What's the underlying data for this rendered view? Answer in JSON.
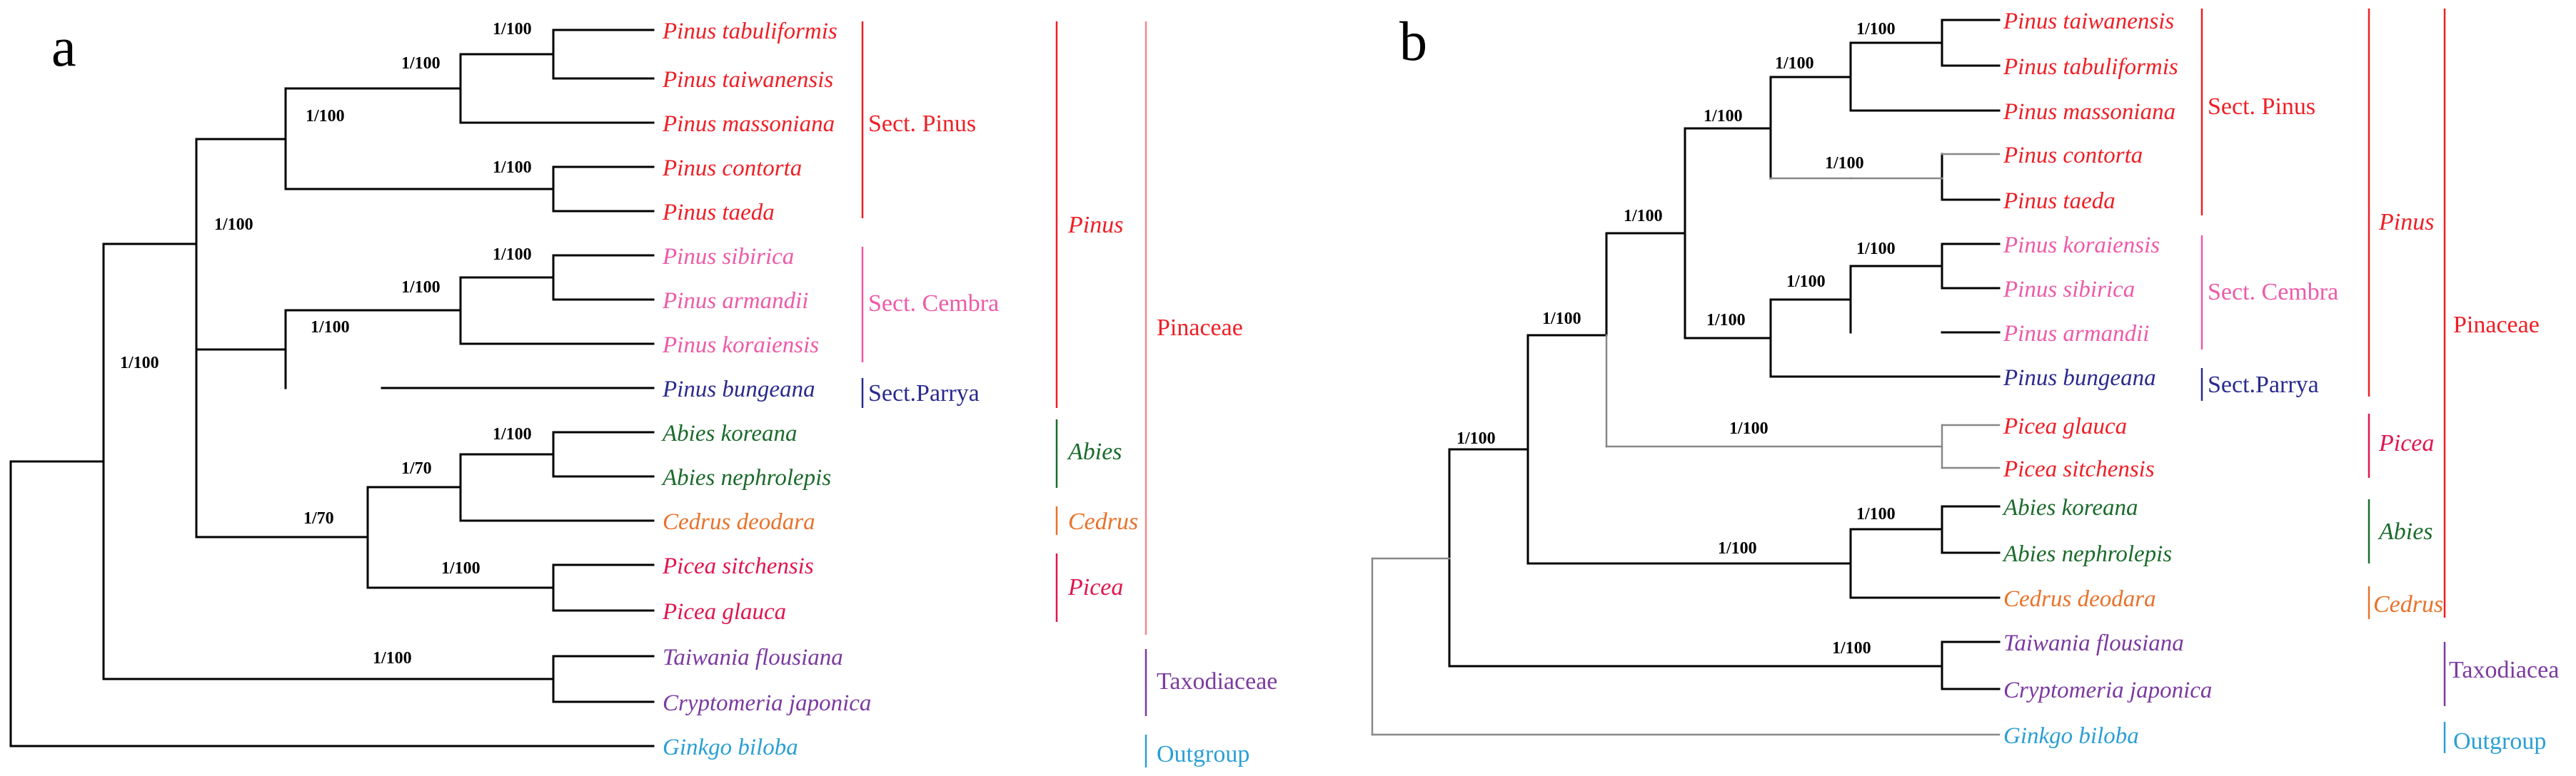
{
  "colors": {
    "red": "#ee1f26",
    "pink": "#ee5aa8",
    "navy": "#2a2a8e",
    "green": "#1b6b2c",
    "orange": "#e8722a",
    "crimson": "#e0154f",
    "purple": "#7b3aa0",
    "blue": "#2a9fd4",
    "rose": "#f08a8e"
  },
  "panel_a": {
    "letter": "a",
    "taxa": [
      "Pinus tabuliformis",
      "Pinus taiwanensis",
      "Pinus massoniana",
      "Pinus contorta",
      "Pinus taeda",
      "Pinus sibirica",
      "Pinus armandii",
      "Pinus koraiensis",
      "Pinus bungeana",
      "Abies koreana",
      "Abies nephrolepis",
      "Cedrus deodara",
      "Picea sitchensis",
      "Picea glauca",
      "Taiwania flousiana",
      "Cryptomeria japonica",
      "Ginkgo biloba"
    ],
    "support": [
      "1/100",
      "1/100",
      "1/100",
      "1/100",
      "1/100",
      "1/100",
      "1/100",
      "1/100",
      "1/100",
      "1/100",
      "1/70",
      "1/70",
      "1/100",
      "1/100"
    ],
    "groups": {
      "sect_pinus": "Sect. Pinus",
      "sect_cembra": "Sect. Cembra",
      "sect_parrya": "Sect.Parrya",
      "pinus": "Pinus",
      "abies": "Abies",
      "cedrus": "Cedrus",
      "picea": "Picea",
      "pinaceae": "Pinaceae",
      "taxodiaceae": "Taxodiaceae",
      "outgroup": "Outgroup"
    }
  },
  "panel_b": {
    "letter": "b",
    "taxa": [
      "Pinus taiwanensis",
      "Pinus tabuliformis",
      "Pinus massoniana",
      "Pinus contorta",
      "Pinus taeda",
      "Pinus koraiensis",
      "Pinus sibirica",
      "Pinus armandii",
      "Pinus bungeana",
      "Picea glauca",
      "Picea sitchensis",
      "Abies koreana",
      "Abies nephrolepis",
      "Cedrus deodara",
      "Taiwania flousiana",
      "Cryptomeria japonica",
      "Ginkgo biloba"
    ],
    "support": [
      "1/100",
      "1/100",
      "1/100",
      "1/100",
      "1/100",
      "1/100",
      "1/100",
      "1/100",
      "1/100",
      "1/100",
      "1/100",
      "1/100",
      "1/100",
      "1/100"
    ],
    "groups": {
      "sect_pinus": "Sect. Pinus",
      "sect_cembra": "Sect. Cembra",
      "sect_parrya": "Sect.Parrya",
      "pinus": "Pinus",
      "picea": "Picea",
      "abies": "Abies",
      "cedrus": "Cedrus",
      "pinaceae": "Pinaceae",
      "taxodiaceae": "Taxodiacea",
      "outgroup": "Outgroup"
    }
  }
}
